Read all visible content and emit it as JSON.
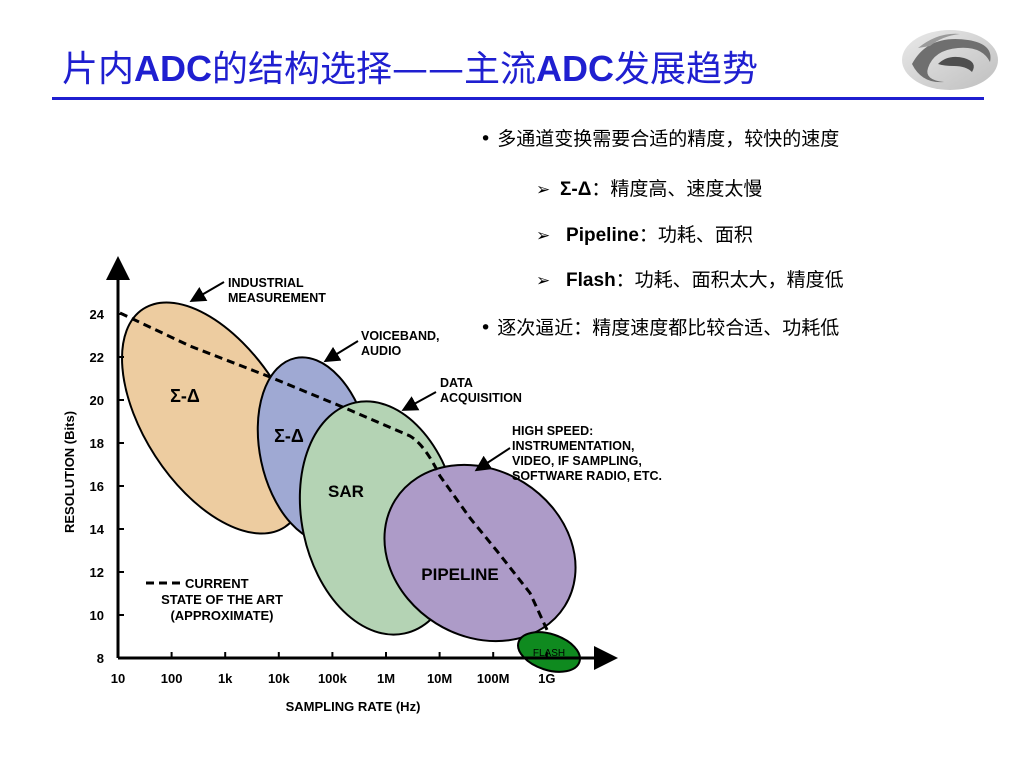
{
  "slide": {
    "title_parts": [
      "片内",
      "ADC",
      "的结构选择——主流",
      "ADC",
      "发展趋势"
    ]
  },
  "bullets": [
    {
      "level": 1,
      "text": "• 多通道变换需要合适的精度，较快的速度"
    },
    {
      "level": 2,
      "bold": "Σ-Δ",
      "rest": "：精度高、速度太慢"
    },
    {
      "level": 2,
      "bold": "Pipeline",
      "rest": "：功耗、面积"
    },
    {
      "level": 2,
      "bold": "Flash",
      "rest": "：功耗、面积太大，精度低"
    },
    {
      "level": 1,
      "text": "•  逐次逼近：精度速度都比较合适、功耗低"
    }
  ],
  "diagram": {
    "x_axis_label": "SAMPLING RATE (Hz)",
    "y_axis_label": "RESOLUTION (Bits)",
    "x_ticks": [
      "10",
      "100",
      "1k",
      "10k",
      "100k",
      "1M",
      "10M",
      "100M",
      "1G"
    ],
    "y_ticks": [
      "8",
      "10",
      "12",
      "14",
      "16",
      "18",
      "20",
      "22",
      "24"
    ],
    "regions": [
      {
        "name": "Σ-Δ",
        "label": "Σ-Δ",
        "color": "#edcca0"
      },
      {
        "name": "Σ-Δ",
        "label": "Σ-Δ",
        "color": "#9fa9d3"
      },
      {
        "name": "SAR",
        "label": "SAR",
        "color": "#b4d3b4"
      },
      {
        "name": "PIPELINE",
        "label": "PIPELINE",
        "color": "#ad9bc8"
      },
      {
        "name": "FLASH",
        "label": "FLASH",
        "color": "#0f8a1f"
      }
    ],
    "callouts": [
      {
        "lines": [
          "INDUSTRIAL",
          "MEASUREMENT"
        ]
      },
      {
        "lines": [
          "VOICEBAND,",
          "AUDIO"
        ]
      },
      {
        "lines": [
          "DATA",
          "ACQUISITION"
        ]
      },
      {
        "lines": [
          "HIGH SPEED:",
          "INSTRUMENTATION,",
          "VIDEO, IF SAMPLING,",
          "SOFTWARE RADIO, ETC."
        ]
      }
    ],
    "legend": {
      "lines": [
        "CURRENT",
        "STATE OF THE ART",
        "(APPROXIMATE)"
      ]
    }
  }
}
